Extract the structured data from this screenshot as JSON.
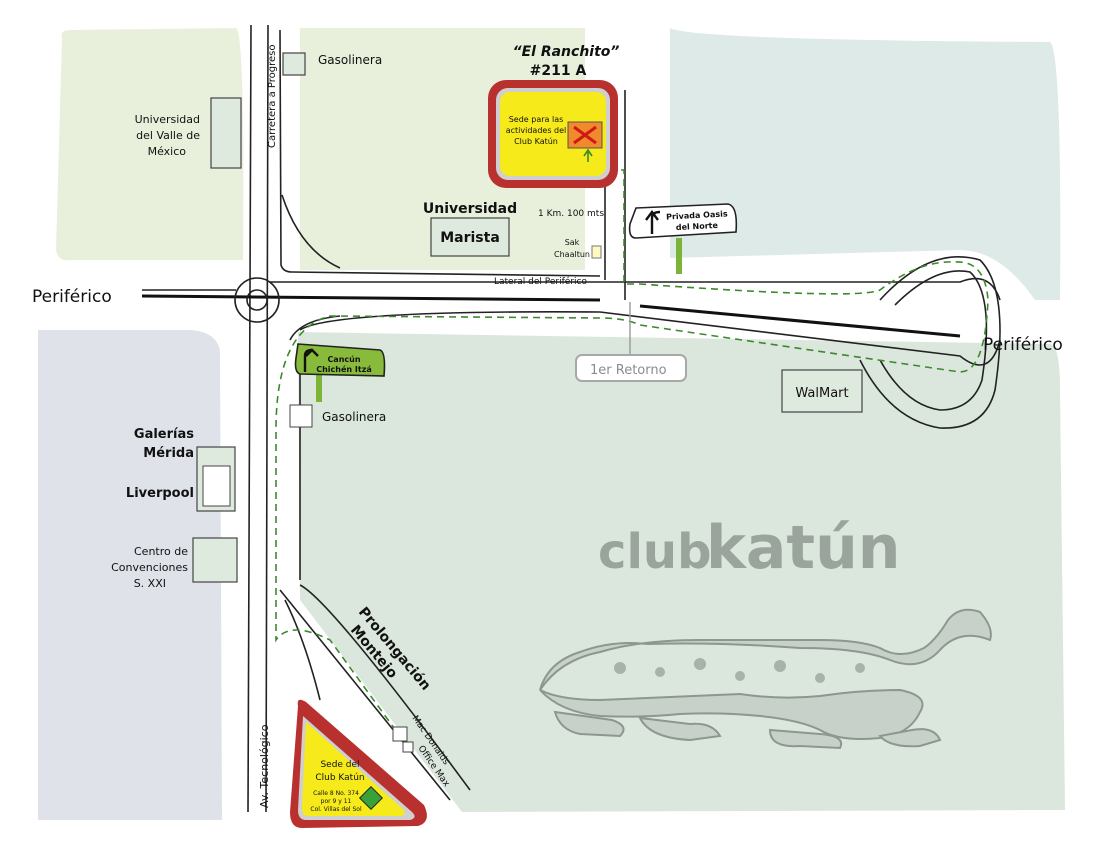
{
  "colors": {
    "zone_green": "#e8f0dc",
    "zone_teal": "#ddeae8",
    "zone_grey": "#dfe2e8",
    "zone_mint": "#dbe7dd",
    "venue_fill": "#f6ea1a",
    "venue_border": "#b8312f",
    "route": "#3c8a2c",
    "sign_green": "#88bb3c",
    "logo_grey": "#9aa39c"
  },
  "roads": {
    "periferico_west": "Periférico",
    "periferico_east": "Periférico",
    "carretera_progreso": "Carretera a Progreso",
    "av_tecnologico": "Av. Tecnológico",
    "lateral_periferico": "Lateral del Periférico",
    "prolongacion_line1": "Prolongación",
    "prolongacion_line2": "Montejo",
    "retorno": "1er Retorno",
    "distance": "1 Km. 100 mts"
  },
  "landmarks": {
    "gasolinera_north": "Gasolinera",
    "gasolinera_south": "Gasolinera",
    "uvm_line1": "Universidad",
    "uvm_line2": "del Valle de",
    "uvm_line3": "México",
    "marista_line1": "Universidad",
    "marista_line2": "Marista",
    "sak_line1": "Sak",
    "sak_line2": "Chaaltun",
    "galerias_line1": "Galerías",
    "galerias_line2": "Mérida",
    "liverpool": "Liverpool",
    "centro_line1": "Centro de",
    "centro_line2": "Convenciones",
    "centro_line3": "S. XXI",
    "walmart": "WalMart",
    "macdonalds": "Mac Donalds",
    "officemax": "Office Max"
  },
  "ranchito": {
    "title_line1": "“El Ranchito”",
    "title_line2": "#211 A",
    "text_line1": "Sede para las",
    "text_line2": "actividades del",
    "text_line3": "Club Katún"
  },
  "sede": {
    "title_line1": "Sede del",
    "title_line2": "Club Katún",
    "addr_line1": "Calle 8 No. 374",
    "addr_line2": "por 9 y 11",
    "addr_line3": "Col. Villas del Sol"
  },
  "signs": {
    "oasis_line1": "Privada Oasis",
    "oasis_line2": "del Norte",
    "cancun_line1": "Cancún",
    "cancun_line2": "Chichén Itzá"
  },
  "logo": {
    "word1": "club",
    "word2": "katún"
  }
}
